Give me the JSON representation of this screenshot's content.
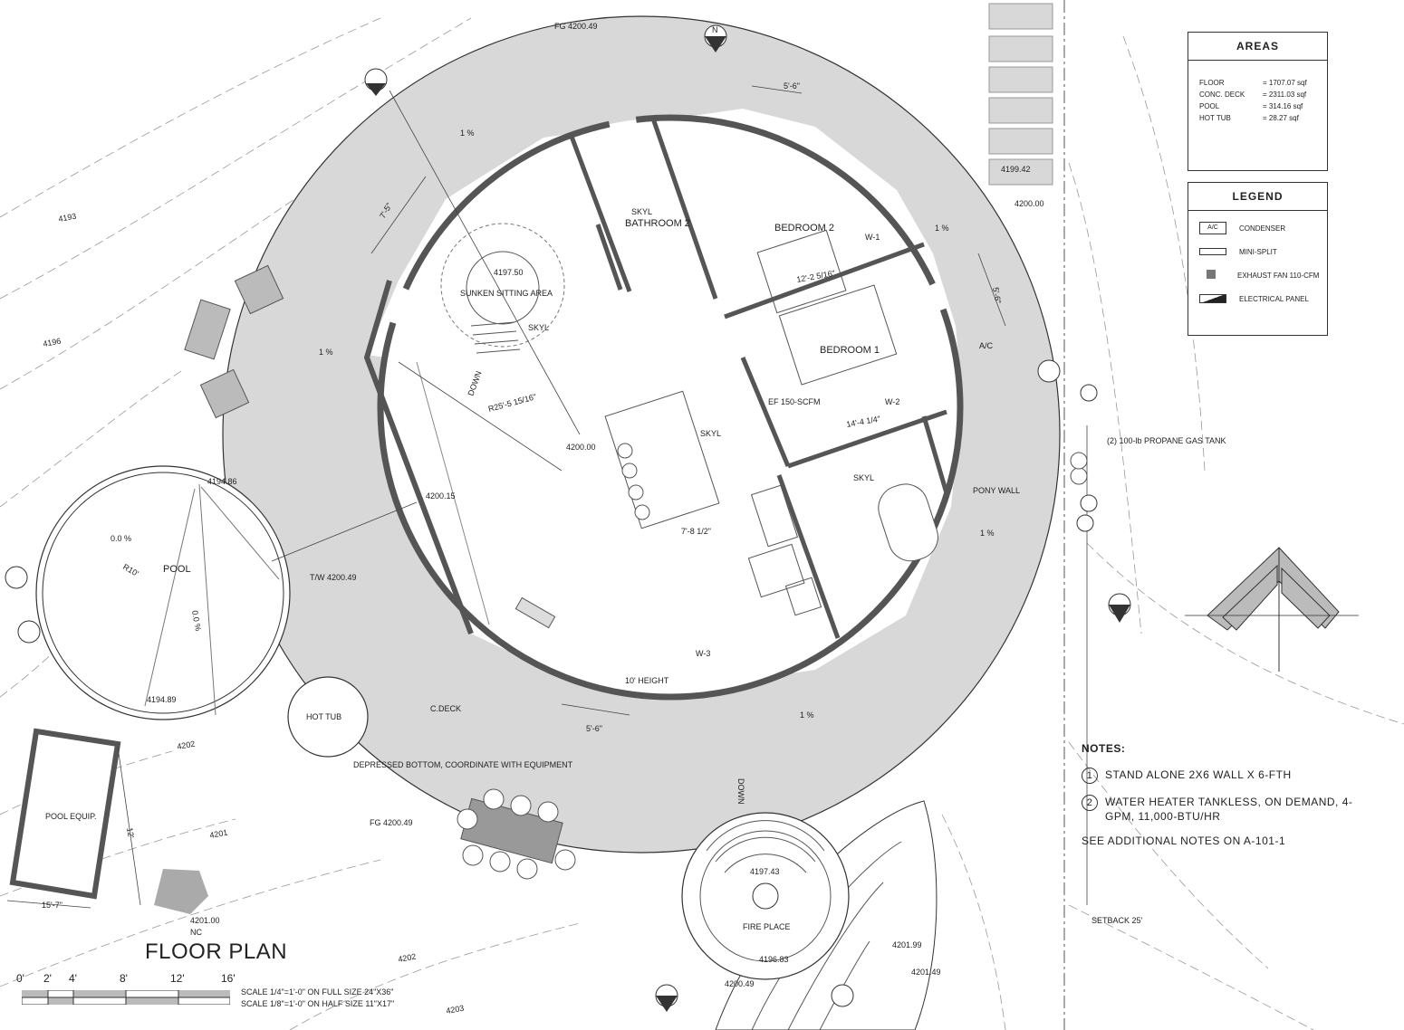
{
  "title": "FLOOR PLAN",
  "scale": {
    "ticks": [
      "0'",
      "2'",
      "4'",
      "8'",
      "12'",
      "16'"
    ],
    "line1": "SCALE 1/4\"=1'-0\" ON FULL SIZE 24\"X36\"",
    "line2": "SCALE 1/8\"=1'-0\" ON HALF SIZE 11\"X17\""
  },
  "areas": {
    "title": "AREAS",
    "rows": [
      {
        "k": "FLOOR",
        "v": "= 1707.07 sqf"
      },
      {
        "k": "CONC. DECK",
        "v": "= 2311.03 sqf"
      },
      {
        "k": "POOL",
        "v": "= 314.16 sqf"
      },
      {
        "k": "HOT TUB",
        "v": "= 28.27 sqf"
      }
    ]
  },
  "legend": {
    "title": "LEGEND",
    "items": [
      "CONDENSER",
      "MINI-SPLIT",
      "EXHAUST FAN 110-CFM",
      "ELECTRICAL PANEL"
    ],
    "condenser_tag": "A/C"
  },
  "notes": {
    "header": "NOTES:",
    "items": [
      {
        "n": "1",
        "text": "STAND ALONE 2X6 WALL X 6-FTH"
      },
      {
        "n": "2",
        "text": "WATER HEATER TANKLESS, ON DEMAND, 4-GPM, 11,000-BTU/HR"
      }
    ],
    "additional": "SEE ADDITIONAL NOTES ON A-101-1"
  },
  "north_label": "N",
  "labels": {
    "bathroom2": "BATHROOM 2",
    "bedroom2": "BEDROOM 2",
    "bedroom1": "BEDROOM 1",
    "sunken": "SUNKEN SITTING AREA",
    "pool": "POOL",
    "hot_tub": "HOT TUB",
    "c_deck": "C.DECK",
    "fire_place": "FIRE PLACE",
    "pony_wall": "PONY WALL",
    "propane": "(2) 100-lb PROPANE GAS TANK",
    "depressed": "DEPRESSED BOTTOM, COORDINATE WITH EQUIPMENT",
    "pool_equip": "POOL EQUIP.",
    "ef": "EF 150-SCFM",
    "setback": "SETBACK 25'",
    "height": "10' HEIGHT",
    "down1": "DOWN",
    "down2": "DOWN",
    "tw": "T/W 4200.49",
    "fg1": "FG 4200.49",
    "fg2": "FG 4200.49",
    "elev_center": "4200.00",
    "elev_sunken": "4197.50",
    "elev_pool_top": "4194.86",
    "elev_pool_bottom": "4194.89",
    "elev_deck_w": "4200.15",
    "elev_fire": "4197.43",
    "elev_fire2": "4196.83",
    "elev_fire3": "4200.49",
    "elev_e1": "4201.99",
    "elev_e2": "4201.49",
    "elev_ne": "4199.42",
    "elev_ne2": "4200.00",
    "elev_sw": "4201.00",
    "nc": "NC",
    "radius": "R25'-5 15/16\"",
    "pool_r": "R10'",
    "slope1": "1 %",
    "slope2": "1 %",
    "slope3": "1 %",
    "slope4": "1 %",
    "slope5": "1 %",
    "pool_slope1": "0.0 %",
    "pool_slope2": "0.0 %",
    "skyl1": "SKYL",
    "skyl2": "SKYL",
    "skyl3": "SKYL",
    "skyl4": "SKYL",
    "w1": "W-1",
    "w2": "W-2",
    "w3": "W-3",
    "dim1": "12'-2 5/16\"",
    "dim2": "14'-4 1/4\"",
    "dim3": "7'-8 1/2\"",
    "dim_pool_eq": "12'",
    "dim_pool_eq2": "15'-7\"",
    "dim_win1": "5'-6\"",
    "dim_win2": "5'-6\"",
    "dim_win3": "5'-6\"",
    "dim_win4": "7'-5\"",
    "tag_ac": "A/C",
    "contours": [
      "4193",
      "4196",
      "4202",
      "4201",
      "4202",
      "4203"
    ]
  },
  "colors": {
    "deck": "#d8d8d8",
    "wall": "#555555",
    "line": "#333333"
  }
}
